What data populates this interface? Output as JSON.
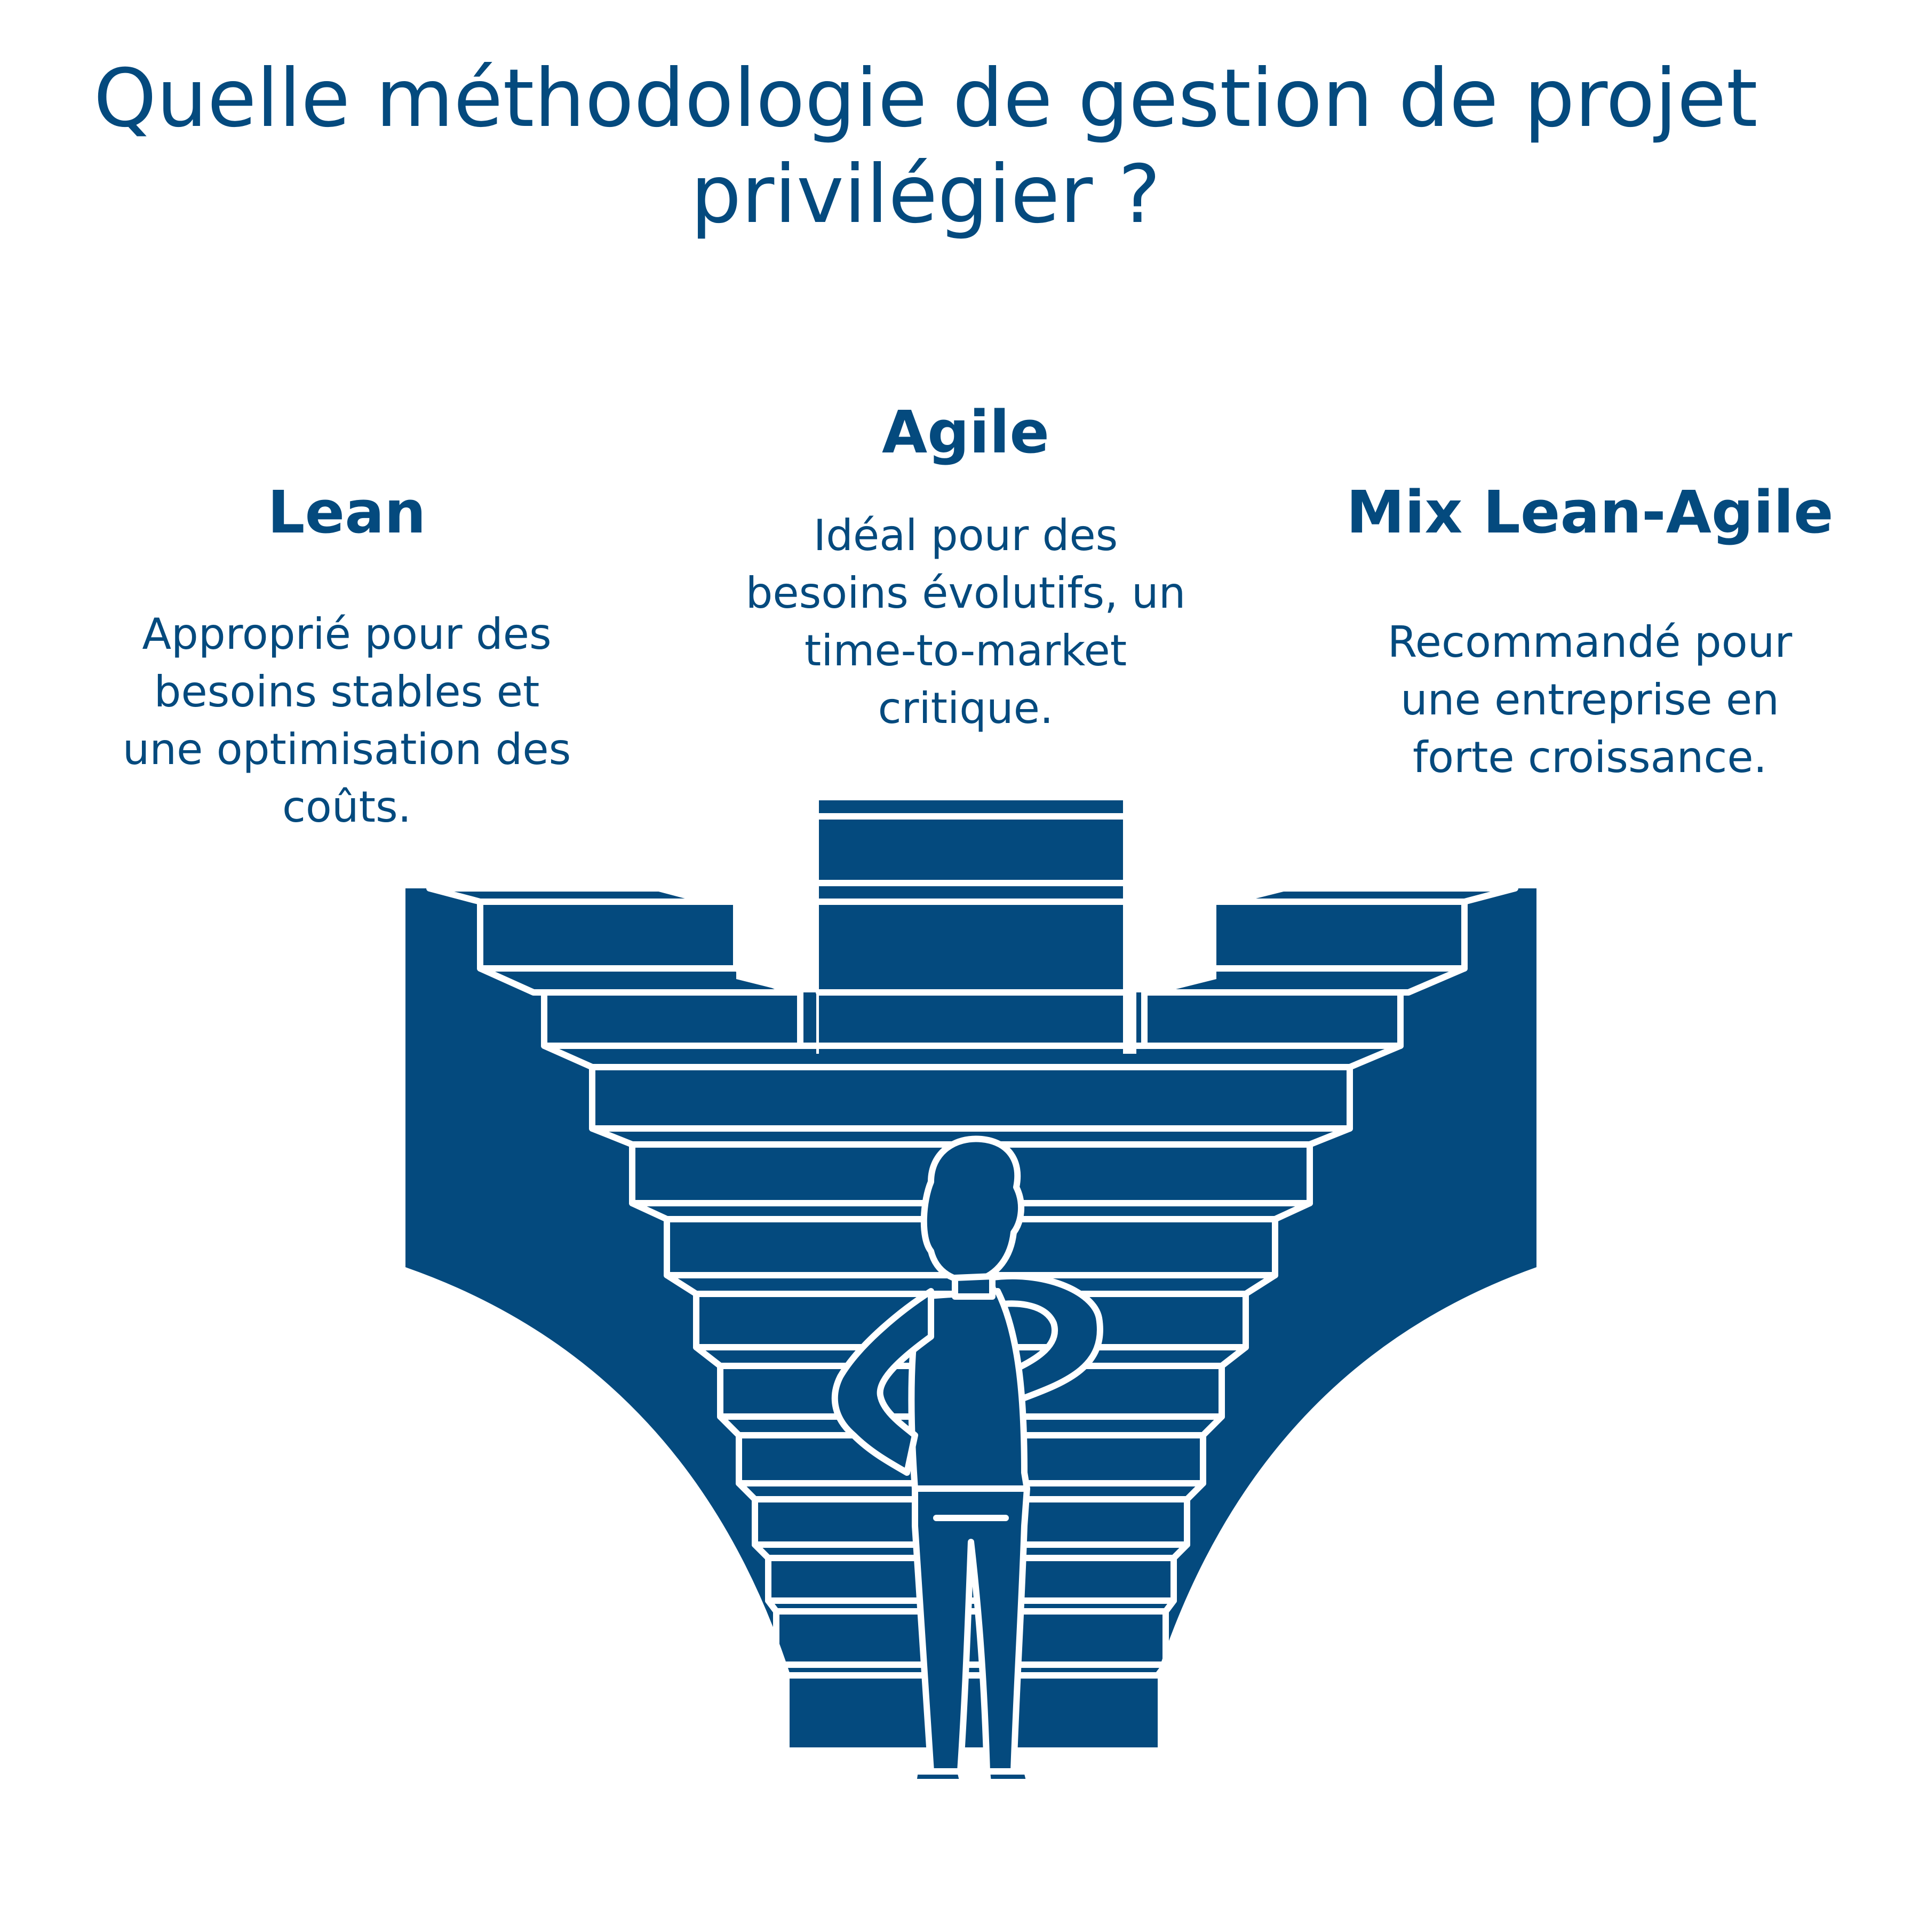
{
  "title": "Quelle méthodologie de gestion de projet\nprivilégier ?",
  "columns": [
    {
      "heading": "Lean",
      "text": "Approprié pour des\nbesoins stables et\nune optimisation des\ncoûts."
    },
    {
      "heading": "Agile",
      "text": "Idéal pour des\nbesoins évolutifs, un\ntime-to-market\ncritique."
    },
    {
      "heading": "Mix Lean-Agile",
      "text": "Recommandé pour\nune entreprise en\nforte croissance."
    }
  ],
  "colors": {
    "primary": "#044a7e",
    "background": "#ffffff"
  },
  "icons": [
    "staircase-illustration",
    "thinking-person-icon"
  ]
}
